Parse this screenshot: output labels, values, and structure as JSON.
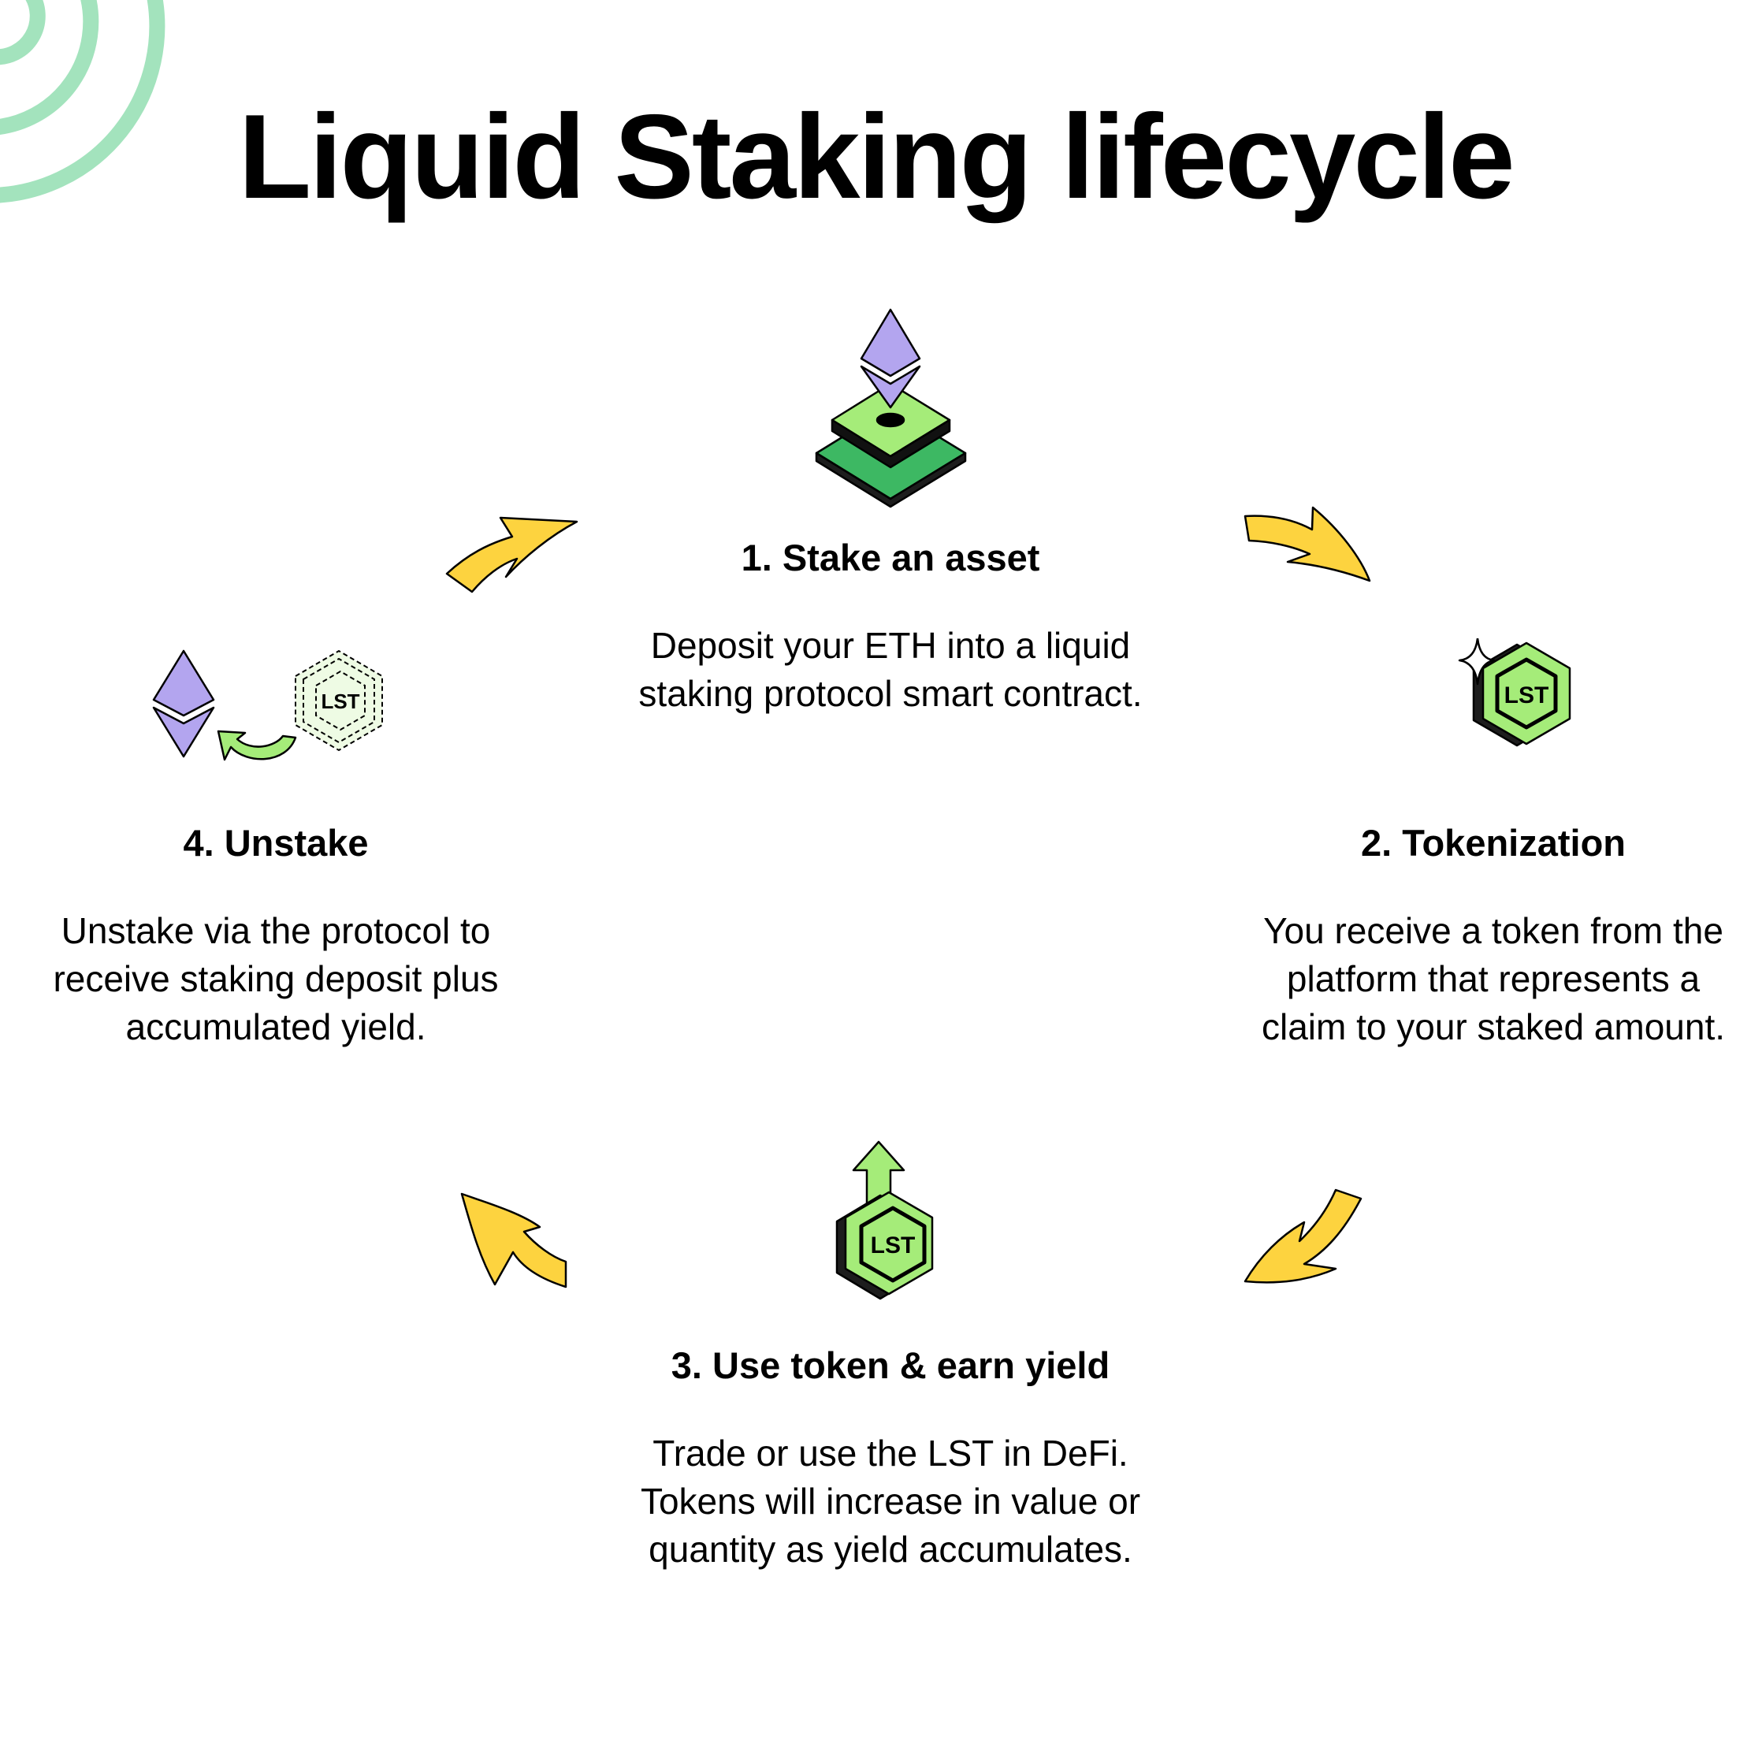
{
  "title": "Liquid Staking lifecycle",
  "steps": [
    {
      "title": "1. Stake an asset",
      "description": "Deposit your ETH into a liquid staking protocol smart contract."
    },
    {
      "title": "2. Tokenization",
      "description": "You receive a token from the platform that represents a claim to your staked amount."
    },
    {
      "title": "3. Use token & earn yield",
      "description": "Trade or use the LST in DeFi. Tokens will increase in value or quantity as yield accumulates."
    },
    {
      "title": "4. Unstake",
      "description": "Unstake via the protocol to receive staking deposit plus accumulated yield."
    }
  ],
  "token_label": "LST",
  "colors": {
    "arrow": "#fdd33f",
    "green_light": "#a5ec79",
    "green_dark": "#3db863",
    "eth_purple": "#b3a5ef",
    "decor_arc": "#a3e3bd"
  }
}
